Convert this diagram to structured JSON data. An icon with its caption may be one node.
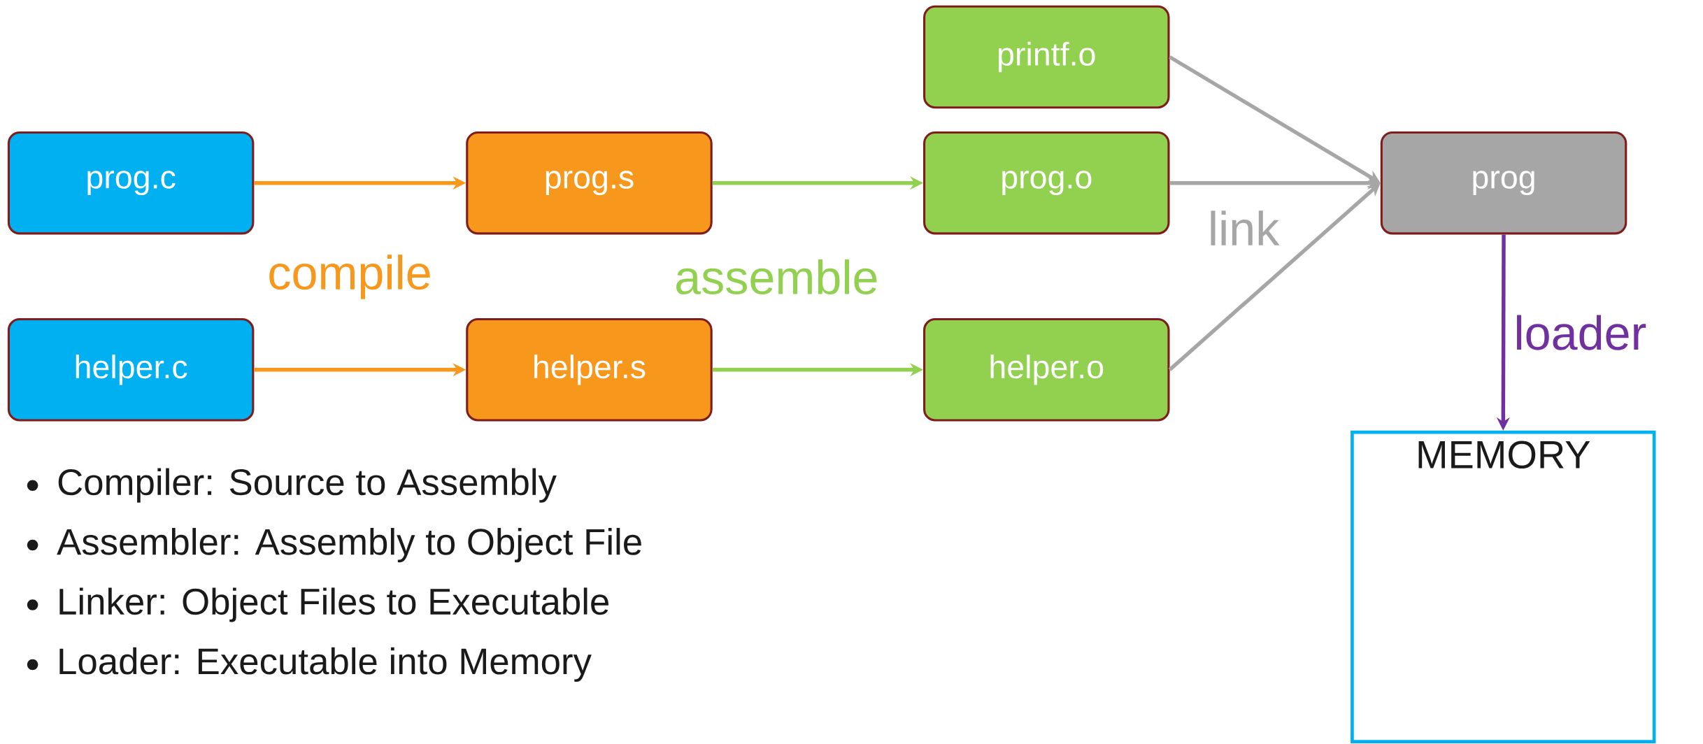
{
  "diagram": {
    "nodes": [
      {
        "text": [
          "prog.c"
        ]
      },
      {
        "text": [
          "prog.s"
        ]
      },
      {
        "text": [
          "printf.o"
        ]
      },
      {
        "text": [
          "prog.o"
        ]
      },
      {
        "text": [
          "prog"
        ]
      },
      {
        "text": [
          "helper.c"
        ]
      },
      {
        "text": [
          "helper.s"
        ]
      },
      {
        "text": [
          "helper.o"
        ]
      },
      {
        "text": [
          "MEMORY"
        ]
      }
    ],
    "edges": [
      {
        "from": 0,
        "to": 1,
        "arrow": "to",
        "color": "#f7981d"
      },
      {
        "from": 1,
        "to": 3,
        "arrow": "to",
        "color": "#92d050"
      },
      {
        "from": 2,
        "to": 4,
        "arrow": "to"
      },
      {
        "from": 3,
        "to": 4,
        "arrow": "to"
      },
      {
        "from": 5,
        "to": 6,
        "arrow": "to",
        "color": "#f7981d"
      },
      {
        "from": 6,
        "to": 7,
        "arrow": "to",
        "color": "#92d050"
      },
      {
        "from": 7,
        "to": 4,
        "arrow": "to"
      },
      {
        "from": 4,
        "to": 8,
        "arrow": "to",
        "label": "loader",
        "color": "#7030a0"
      }
    ],
    "labels": [
      "compile",
      "assemble",
      "link",
      "Compiler: Source to Assembly",
      "Assembler: Assembly to Object File",
      "Linker: Object Files to Executable",
      "Loader: Executable into Memory"
    ]
  }
}
